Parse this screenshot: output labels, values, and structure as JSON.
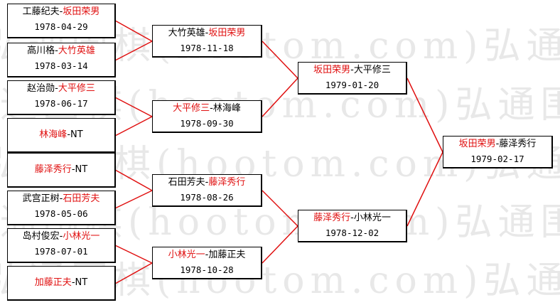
{
  "watermark": "弘通围棋(hootom.com)弘通围棋(hootom.com)弘通",
  "bracket": {
    "round1": [
      {
        "p1": "工藤纪夫",
        "p2": "坂田荣男",
        "winner": "p2",
        "date": "1978-04-29"
      },
      {
        "p1": "高川格",
        "p2": "大竹英雄",
        "winner": "p2",
        "date": "1978-03-14"
      },
      {
        "p1": "赵治勋",
        "p2": "大平修三",
        "winner": "p2",
        "date": "1978-06-17"
      },
      {
        "p1": "林海峰",
        "p2": "NT",
        "winner": "p1",
        "date": ""
      },
      {
        "p1": "藤泽秀行",
        "p2": "NT",
        "winner": "p1",
        "date": ""
      },
      {
        "p1": "武宫正树",
        "p2": "石田芳夫",
        "winner": "p2",
        "date": "1978-05-06"
      },
      {
        "p1": "岛村俊宏",
        "p2": "小林光一",
        "winner": "p2",
        "date": "1978-07-01"
      },
      {
        "p1": "加藤正夫",
        "p2": "NT",
        "winner": "p1",
        "date": ""
      }
    ],
    "round2": [
      {
        "p1": "大竹英雄",
        "p2": "坂田荣男",
        "winner": "p2",
        "date": "1978-11-18"
      },
      {
        "p1": "大平修三",
        "p2": "林海峰",
        "winner": "p1",
        "date": "1978-09-30"
      },
      {
        "p1": "石田芳夫",
        "p2": "藤泽秀行",
        "winner": "p2",
        "date": "1978-08-26"
      },
      {
        "p1": "小林光一",
        "p2": "加藤正夫",
        "winner": "p1",
        "date": "1978-10-28"
      }
    ],
    "round3": [
      {
        "p1": "坂田荣男",
        "p2": "大平修三",
        "winner": "p1",
        "date": "1979-01-20"
      },
      {
        "p1": "藤泽秀行",
        "p2": "小林光一",
        "winner": "p1",
        "date": "1978-12-02"
      }
    ],
    "final": [
      {
        "p1": "坂田荣男",
        "p2": "藤泽秀行",
        "winner": "p1",
        "date": "1979-02-17"
      }
    ]
  },
  "colors": {
    "winner": "#e01010",
    "loser": "#000000",
    "connector": "#e01010",
    "border": "#000000",
    "watermark": "#e8e8e8"
  }
}
